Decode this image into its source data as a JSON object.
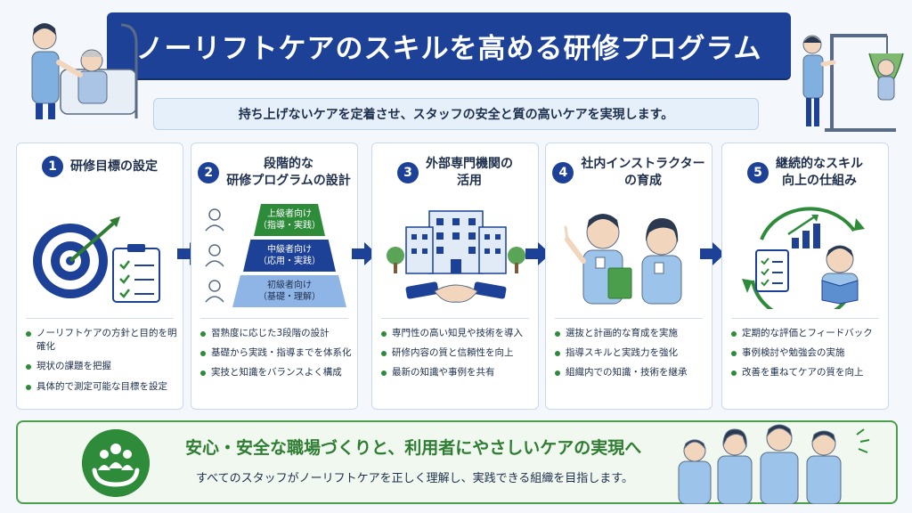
{
  "title": "ノーリフトケアのスキルを高める研修プログラム",
  "subtitle": "持ち上げないケアを定着させ、スタッフの安全と質の高いケアを実現します。",
  "steps": [
    {
      "num": "1",
      "title": "研修目標の設定",
      "bullets": [
        "ノーリフトケアの方針と目的を明確化",
        "現状の課題を把握",
        "具体的で測定可能な目標を設定"
      ]
    },
    {
      "num": "2",
      "title": "段階的な\n研修プログラムの設計",
      "bullets": [
        "習熟度に応じた3段階の設計",
        "基礎から実践・指導までを体系化",
        "実技と知識をバランスよく構成"
      ]
    },
    {
      "num": "3",
      "title": "外部専門機関の\n活用",
      "bullets": [
        "専門性の高い知見や技術を導入",
        "研修内容の質と信頼性を向上",
        "最新の知識や事例を共有"
      ]
    },
    {
      "num": "4",
      "title": "社内インストラクター\nの育成",
      "bullets": [
        "選抜と計画的な育成を実施",
        "指導スキルと実践力を強化",
        "組織内での知識・技術を継承"
      ]
    },
    {
      "num": "5",
      "title": "継続的なスキル\n向上の仕組み",
      "bullets": [
        "定期的な評価とフィードバック",
        "事例検討や勉強会の実施",
        "改善を重ねてケアの質を向上"
      ]
    }
  ],
  "pyramid": [
    {
      "name": "上級者向け",
      "detail": "（指導・実践）",
      "color": "#2e8b3a"
    },
    {
      "name": "中級者向け",
      "detail": "（応用・実践）",
      "color": "#1d4196"
    },
    {
      "name": "初級者向け",
      "detail": "（基礎・理解）",
      "color": "#8fb4e6"
    }
  ],
  "bottom": {
    "heading": "安心・安全な職場づくりと、利用者にやさしいケアの実現へ",
    "text": "すべてのスタッフがノーリフトケアを正しく理解し、実践できる組織を目指します。"
  },
  "colors": {
    "navy": "#1d4196",
    "green": "#2e8b3a",
    "light_blue": "#e6f0fb"
  }
}
